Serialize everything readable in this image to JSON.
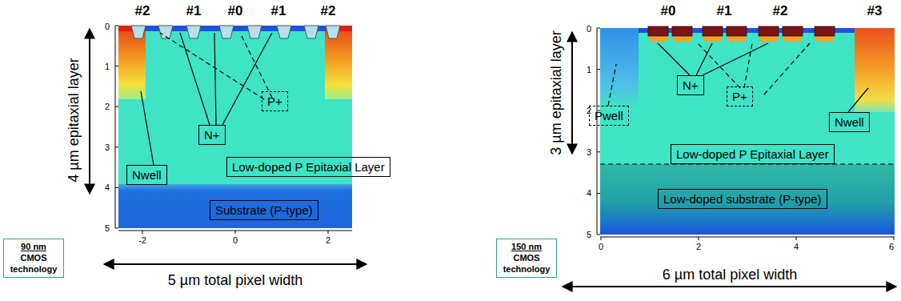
{
  "diagram": {
    "nodes": [
      {
        "text": [
          "P+"
        ]
      },
      {
        "text": [
          "N+"
        ]
      },
      {
        "text": [
          "Nwell"
        ]
      },
      {
        "text": [
          "Low-doped P Epitaxial Layer"
        ]
      },
      {
        "text": [
          "Substrate (P-type)"
        ]
      },
      {
        "text": [
          "90 nm",
          "CMOS technology"
        ]
      },
      {
        "text": [
          "N+"
        ]
      },
      {
        "text": [
          "P+"
        ]
      },
      {
        "text": [
          "Pwell"
        ]
      },
      {
        "text": [
          "Nwell"
        ]
      },
      {
        "text": [
          "Low-doped P Epitaxial Layer"
        ]
      },
      {
        "text": [
          "Low-doped substrate (P-type)"
        ]
      },
      {
        "text": [
          "150 nm",
          "CMOS technology"
        ]
      }
    ],
    "labels": [
      "#2",
      "#1",
      "#0",
      "#1",
      "#2",
      "0",
      "1",
      "2",
      "3",
      "4",
      "5",
      "-2",
      "0",
      "2",
      "4 µm epitaxial layer",
      "5 µm total pixel width",
      "#0",
      "#1",
      "#2",
      "#3",
      "0",
      "1",
      "2",
      "3",
      "4",
      "5",
      "0",
      "2",
      "4",
      "6",
      "3 µm epitaxial layer",
      "6 µm total pixel width"
    ]
  }
}
